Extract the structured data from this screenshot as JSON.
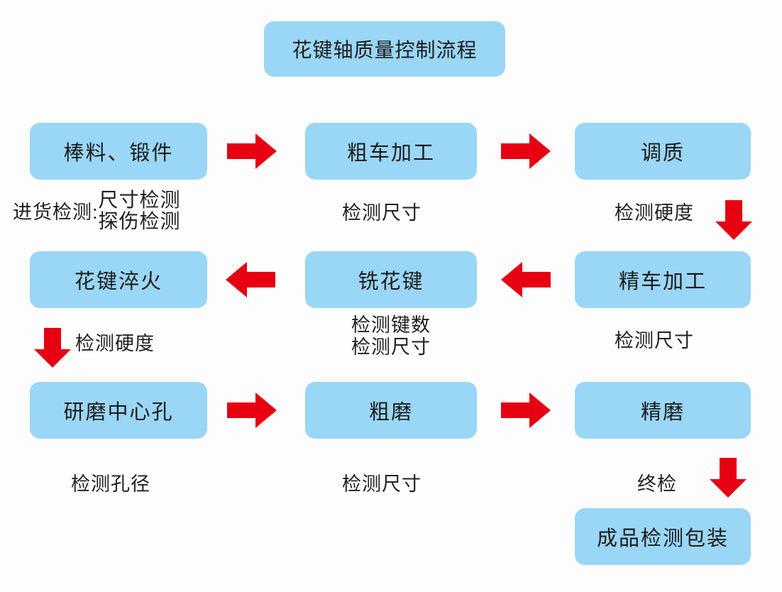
{
  "title": {
    "label": "花键轴质量控制流程"
  },
  "colors": {
    "box_fill": "#9AD6F5",
    "arrow_red": "#E60012",
    "text": "#231F20",
    "background": "#FDFDFD"
  },
  "rows": [
    {
      "row_id": "row-1",
      "direction": "left-to-right",
      "steps": [
        {
          "id": "step-bar-forging",
          "label": "棒料、锻件",
          "caption_prefix": "进货检测:",
          "caption_lines": [
            "尺寸检测",
            "探伤检测"
          ]
        },
        {
          "id": "step-rough-turning",
          "label": "粗车加工",
          "caption_lines": [
            "检测尺寸"
          ]
        },
        {
          "id": "step-quenching-tempering",
          "label": "调质",
          "caption_lines": [
            "检测硬度"
          ],
          "caption_arrow": "arrow-down"
        }
      ]
    },
    {
      "row_id": "row-2",
      "direction": "right-to-left",
      "steps": [
        {
          "id": "step-spline-quenching",
          "label": "花键淬火",
          "caption_lines": [
            "检测硬度"
          ],
          "caption_arrow": "arrow-down"
        },
        {
          "id": "step-spline-milling",
          "label": "铣花键",
          "caption_lines": [
            "检测键数",
            "检测尺寸"
          ]
        },
        {
          "id": "step-finish-turning",
          "label": "精车加工",
          "caption_lines": [
            "检测尺寸"
          ]
        }
      ]
    },
    {
      "row_id": "row-3",
      "direction": "left-to-right",
      "steps": [
        {
          "id": "step-grind-center-hole",
          "label": "研磨中心孔",
          "caption_lines": [
            "检测孔径"
          ]
        },
        {
          "id": "step-rough-grinding",
          "label": "粗磨",
          "caption_lines": [
            "检测尺寸"
          ]
        },
        {
          "id": "step-fine-grinding",
          "label": "精磨",
          "caption_lines": [
            "终检"
          ],
          "caption_arrow": "arrow-down"
        }
      ]
    }
  ],
  "final_step": {
    "id": "step-final-inspection-packaging",
    "label": "成品检测包装"
  },
  "arrows": {
    "r1_a1": "arrow-right-icon",
    "r1_a2": "arrow-right-icon",
    "r2_a1": "arrow-left-icon",
    "r2_a2": "arrow-left-icon",
    "r3_a1": "arrow-right-icon",
    "r3_a2": "arrow-right-icon",
    "v_quench": "arrow-down-icon",
    "v_spline": "arrow-down-icon",
    "v_final": "arrow-down-icon"
  }
}
